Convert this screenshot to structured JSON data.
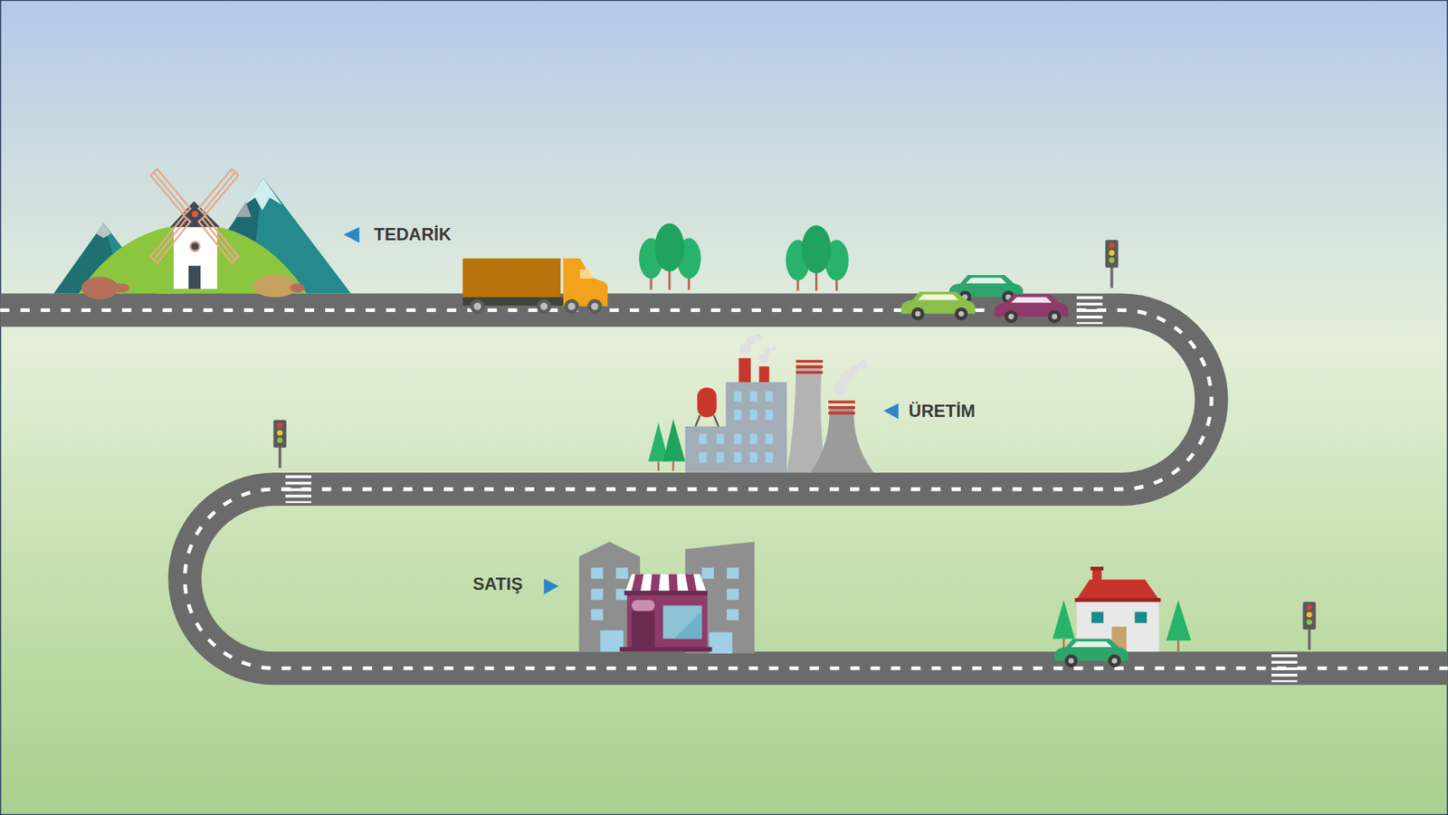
{
  "diagram": {
    "labels": [
      "TEDARİK",
      "ÜRETİM",
      "SATIŞ"
    ]
  }
}
